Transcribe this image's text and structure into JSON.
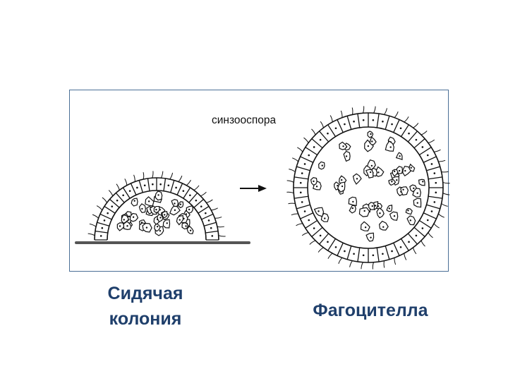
{
  "diagram": {
    "label_synzoospore": "синзооспора",
    "caption_left_line1": "Сидячая",
    "caption_left_line2": "колония",
    "caption_right": "Фагоцителла",
    "colors": {
      "frame": "#4a6f96",
      "caption": "#1f3f6b",
      "ink": "#111111",
      "substrate": "#555555"
    }
  }
}
